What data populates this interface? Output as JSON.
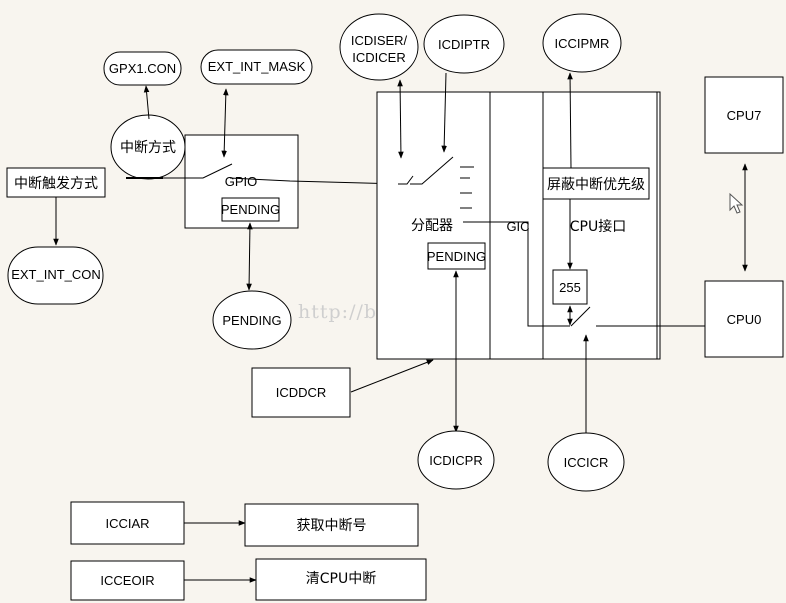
{
  "title": "GIC interrupt flow diagram",
  "colors": {
    "background": "#f8f5ef",
    "shape_fill": "#ffffff",
    "stroke": "#000000",
    "watermark": "#cfcfcf"
  },
  "nodes": {
    "gpx1con": "GPX1.CON",
    "ext_int_mask": "EXT_INT_MASK",
    "int_mode": "中断方式",
    "trigger_mode": "中断触发方式",
    "ext_int_con": "EXT_INT_CON",
    "gpio": "GPIO",
    "gpio_pending": "PENDING",
    "pending_ellipse": "PENDING",
    "icdiser": "ICDISER/",
    "icdicer": "ICDICER",
    "icdiptr": "ICDIPTR",
    "iccipmr": "ICCIPMR",
    "distributor": "分配器",
    "gic": "GIC",
    "cpu_interface": "CPU接口",
    "mask_priority": "屏蔽中断优先级",
    "dist_pending": "PENDING",
    "priority_value": "255",
    "cpu7": "CPU7",
    "cpu0": "CPU0",
    "icddcr": "ICDDCR",
    "icdicpr": "ICDICPR",
    "iccicr": "ICCICR",
    "icciar": "ICCIAR",
    "get_int_number": "获取中断号",
    "icceoir": "ICCEOIR",
    "clear_cpu_int": "清CPU中断"
  },
  "watermark": "http://blog.csdn.net/"
}
